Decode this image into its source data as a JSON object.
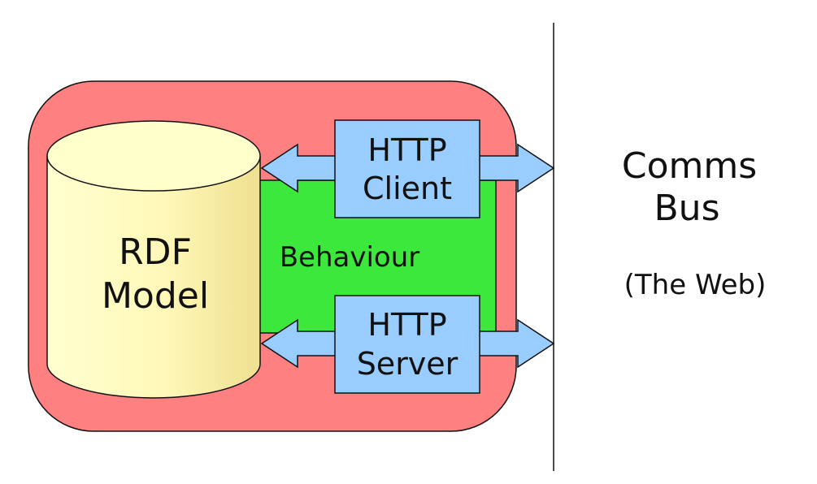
{
  "diagram": {
    "model": {
      "line1": "RDF",
      "line2": "Model"
    },
    "behaviour": {
      "label": "Behaviour"
    },
    "client": {
      "line1": "HTTP",
      "line2": "Client"
    },
    "server": {
      "line1": "HTTP",
      "line2": "Server"
    },
    "bus": {
      "line1": "Comms",
      "line2": "Bus",
      "subtitle": "(The Web)"
    }
  },
  "colors": {
    "container": "#ff8080",
    "behaviour": "#3de83d",
    "http": "#99ccff",
    "cylinder": "#ffffc0"
  }
}
